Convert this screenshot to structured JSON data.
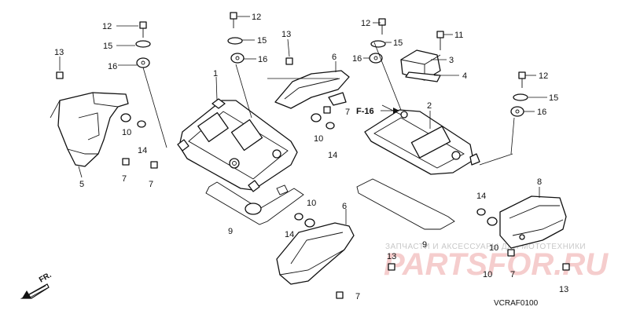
{
  "diagram": {
    "code": "VCRAF0100",
    "section_ref": "F-16",
    "direction": "FR."
  },
  "watermark": {
    "line1": "ЗАПЧАСТИ И АКСЕССУАРЫ ДЛЯ МОТОТЕХНИКИ",
    "line2": "PARTSFOR.RU"
  },
  "callouts": [
    "12",
    "15",
    "16",
    "12",
    "15",
    "16",
    "13",
    "6",
    "1",
    "12",
    "15",
    "16",
    "11",
    "3",
    "4",
    "12",
    "15",
    "16",
    "13",
    "10",
    "14",
    "7",
    "7",
    "5",
    "7",
    "10",
    "14",
    "2",
    "8",
    "14",
    "10",
    "9",
    "10",
    "14",
    "6",
    "9",
    "13",
    "7",
    "10",
    "7",
    "13",
    "7"
  ]
}
